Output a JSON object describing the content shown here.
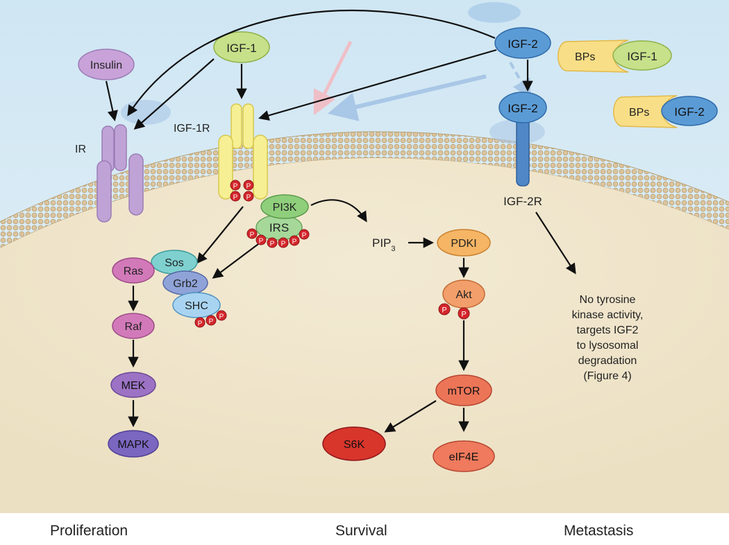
{
  "ligands": {
    "insulin": "Insulin",
    "igf1": "IGF-1",
    "igf2": "IGF-2",
    "igf2_bound": "IGF-2"
  },
  "receptors": {
    "ir": "IR",
    "igf1r": "IGF-1R",
    "igf2r": "IGF-2R"
  },
  "binding_proteins": {
    "bp1_label": "BPs",
    "bp1_partner": "IGF-1",
    "bp2_label": "BPs",
    "bp2_partner": "IGF-2"
  },
  "phospho": "P",
  "signaling": {
    "pi3k": "PI3K",
    "irs": "IRS",
    "sos": "Sos",
    "grb2": "Grb2",
    "shc": "SHC",
    "ras": "Ras",
    "raf": "Raf",
    "mek": "MEK",
    "mapk": "MAPK",
    "pip3": "PIP",
    "pip3_sub": "3",
    "pdk1": "PDKI",
    "akt": "Akt",
    "mtor": "mTOR",
    "s6k": "S6K",
    "eif4e": "eIF4E"
  },
  "note_lines": [
    "No tyrosine",
    "kinase activity,",
    "targets IGF2",
    "to lysosomal",
    "degradation",
    "(Figure 4)"
  ],
  "outcomes": {
    "proliferation": "Proliferation",
    "survival": "Survival",
    "metastasis": "Metastasis"
  },
  "colors": {
    "extracellular": "#d4e9f5",
    "cytoplasm": "#efe4cb",
    "membrane_bead": "#d9c49b",
    "insulin": "#c8a2d8",
    "igf1": "#c7e08a",
    "igf2": "#5b9bd5",
    "ir": "#b99acf",
    "igf1r": "#f7ee8e",
    "igf2r": "#4f87c7",
    "phospho": "#d4262b",
    "pi3k": "#8fcf7c",
    "irs": "#a6d89a",
    "sos": "#7fd1d0",
    "grb2": "#8fa3d8",
    "shc": "#a9d4f1",
    "ras_pathway": "#d27ab9",
    "mek": "#9c72c4",
    "mapk": "#7b66c0",
    "pdk1": "#f5b564",
    "akt": "#f29f6b",
    "mtor": "#ec7558",
    "s6k": "#d8352b",
    "eif4e": "#ef7a5d",
    "bp": "#f8de87"
  }
}
